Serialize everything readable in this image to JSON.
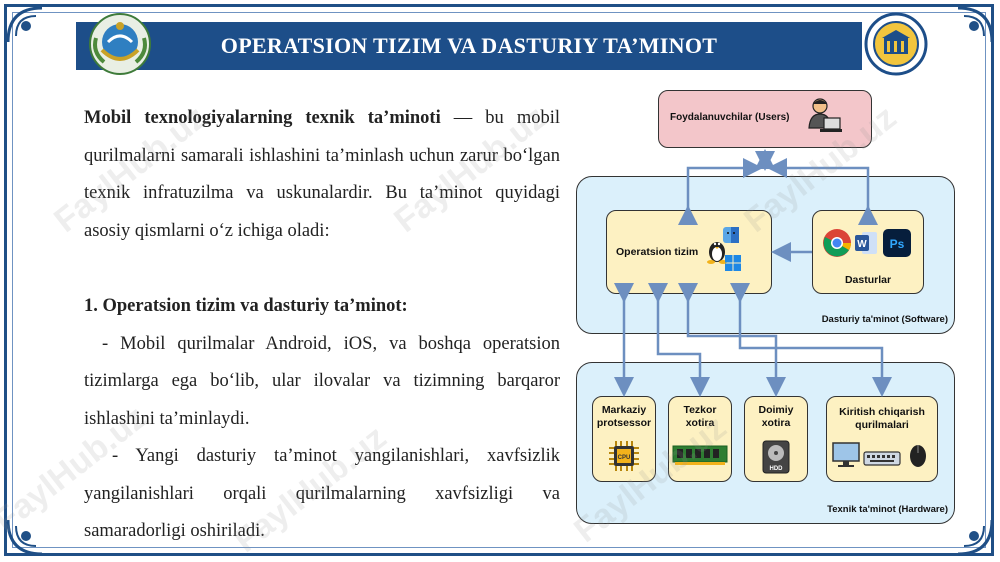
{
  "title": "OPERATSION TIZIM VA DASTURIY TA’MINOT",
  "text": {
    "intro_bold": "Mobil texnologiyalarning texnik ta’minoti",
    "intro_rest": " — bu mobil qurilmalarni samarali ishlashini ta’minlash uchun zarur bo‘lgan texnik infratuzilma va uskunalardir. Bu ta’minot quyidagi asosiy qismlarni o‘z ichiga oladi:",
    "section_heading": "1. Operatsion tizim va dasturiy ta’minot:",
    "bullet1": "- Mobil qurilmalar Android, iOS, va boshqa operatsion tizimlarga ega bo‘lib, ular ilovalar va tizimning barqaror ishlashini ta’minlaydi.",
    "bullet2": "- Yangi dasturiy ta’minot yangilanishlari, xavfsizlik yangilanishlari orqali qurilmalarning xavfsizligi va samaradorligi oshiriladi."
  },
  "diagram": {
    "users": "Foydalanuvchilar (Users)",
    "os": "Operatsion tizim",
    "programs": "Dasturlar",
    "software_group": "Dasturiy ta'minot (Software)",
    "cpu": [
      "Markaziy",
      "protsessor"
    ],
    "cpu_chip": "CPU",
    "ram": [
      "Tezkor",
      "xotira"
    ],
    "storage": [
      "Doimiy",
      "xotira"
    ],
    "hdd_label": "HDD",
    "io": [
      "Kiritish chiqarish",
      "qurilmalari"
    ],
    "hardware_group": "Texnik ta'minot (Hardware)"
  },
  "watermark": "FaylHub.uz",
  "colors": {
    "title_bg": "#1d4e89",
    "users_fill": "#f3c6ca",
    "software_fill": "#dbf0fb",
    "os_fill": "#fdf1c2",
    "arrow": "#6d8fc0"
  }
}
